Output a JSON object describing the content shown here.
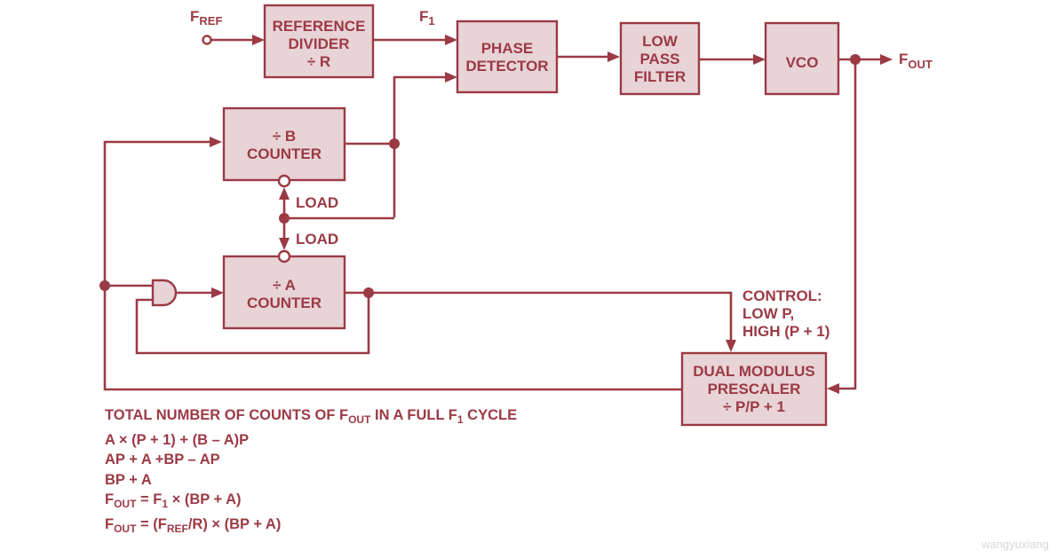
{
  "colors": {
    "line": "#9b3a45",
    "box_fill": "#e8d3d6",
    "background": "#ffffff"
  },
  "blocks": {
    "ref_divider": [
      "REFERENCE",
      "DIVIDER",
      "÷ R"
    ],
    "phase_detector": [
      "PHASE",
      "DETECTOR"
    ],
    "loop_filter": [
      "LOW",
      "PASS",
      "FILTER"
    ],
    "vco": [
      "VCO"
    ],
    "b_counter": [
      "÷ B",
      "COUNTER"
    ],
    "a_counter": [
      "÷ A",
      "COUNTER"
    ],
    "prescaler": [
      "DUAL MODULUS",
      "PRESCALER",
      "÷ P/P + 1"
    ]
  },
  "signals": {
    "fref": {
      "main": "F",
      "sub": "REF"
    },
    "f1": {
      "main": "F",
      "sub": "1"
    },
    "fout": {
      "main": "F",
      "sub": "OUT"
    },
    "load_b": "LOAD",
    "load_a": "LOAD",
    "control": [
      "CONTROL:",
      "LOW P,",
      "HIGH (P + 1)"
    ]
  },
  "equations": {
    "l1": {
      "a": "TOTAL NUMBER OF COUNTS OF F",
      "a_sub": "OUT",
      "b": " IN A FULL F",
      "b_sub": "1",
      "c": " CYCLE"
    },
    "l2": "A × (P + 1) + (B – A)P",
    "l3": "AP + A +BP – AP",
    "l4": "BP + A",
    "l5": {
      "a": "F",
      "a_sub": "OUT",
      "b": " = F",
      "b_sub": "1",
      "c": " × (BP + A)"
    },
    "l6": {
      "a": "F",
      "a_sub": "OUT",
      "b": " = (F",
      "b_sub": "REF",
      "c": "/R) × (BP + A)"
    }
  },
  "watermark": "wangyuxiang"
}
